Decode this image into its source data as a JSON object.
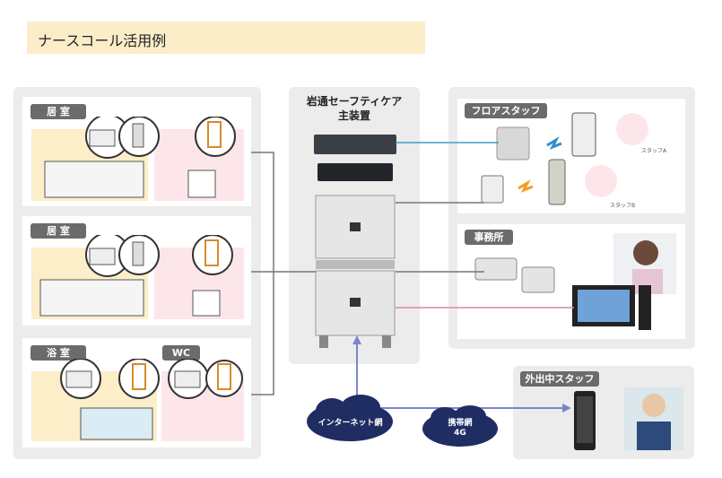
{
  "header": {
    "title": "ナースコール活用例"
  },
  "rooms": [
    {
      "label": "居 室"
    },
    {
      "label": "居 室"
    },
    {
      "label": "浴 室"
    },
    {
      "label": "WC"
    }
  ],
  "center": {
    "title_line1": "岩通セーフティケア",
    "title_line2": "主装置"
  },
  "floor_staff": {
    "label": "フロアスタッフ",
    "staff_a": "スタッフA",
    "staff_b": "スタッフB"
  },
  "office": {
    "label": "事務所"
  },
  "outside": {
    "label": "外出中スタッフ"
  },
  "network": {
    "internet": "インターネット網",
    "mobile_line1": "携帯網",
    "mobile_line2": "4G"
  },
  "colors": {
    "accent_blue": "#3aa0c8",
    "link_pink": "#d68aa0",
    "link_purple": "#7b86c8",
    "cloud": "#1f2d63"
  }
}
